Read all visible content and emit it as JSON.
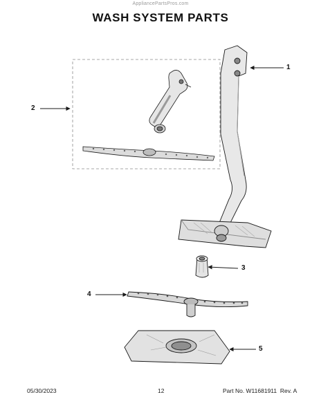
{
  "watermark": "AppliancePartsPros.com",
  "title": "WASH SYSTEM PARTS",
  "callouts": [
    {
      "number": "1"
    },
    {
      "number": "2"
    },
    {
      "number": "3"
    },
    {
      "number": "4"
    },
    {
      "number": "5"
    }
  ],
  "footer": {
    "date": "05/30/2023",
    "page": "12",
    "part_rev": "Part No. W11681911  Rev. A"
  },
  "colors": {
    "line": "#1a1a1a",
    "part_fill": "#e4e4e4",
    "part_shade": "#9a9a9a",
    "dash": "#8a8a8a"
  }
}
